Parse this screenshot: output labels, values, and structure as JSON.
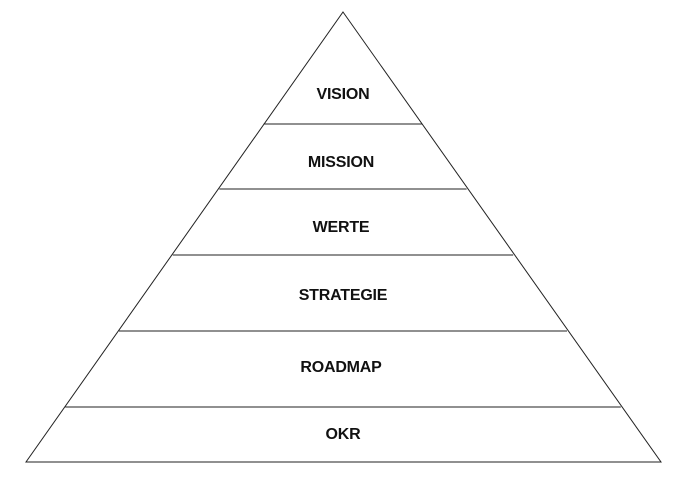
{
  "diagram": {
    "type": "pyramid",
    "stroke_color": "#222222",
    "background_color": "#ffffff",
    "tiers_top_to_bottom": [
      {
        "label": "VISION"
      },
      {
        "label": "MISSION"
      },
      {
        "label": "WERTE"
      },
      {
        "label": "STRATEGIE"
      },
      {
        "label": "ROADMAP"
      },
      {
        "label": "OKR"
      }
    ]
  }
}
